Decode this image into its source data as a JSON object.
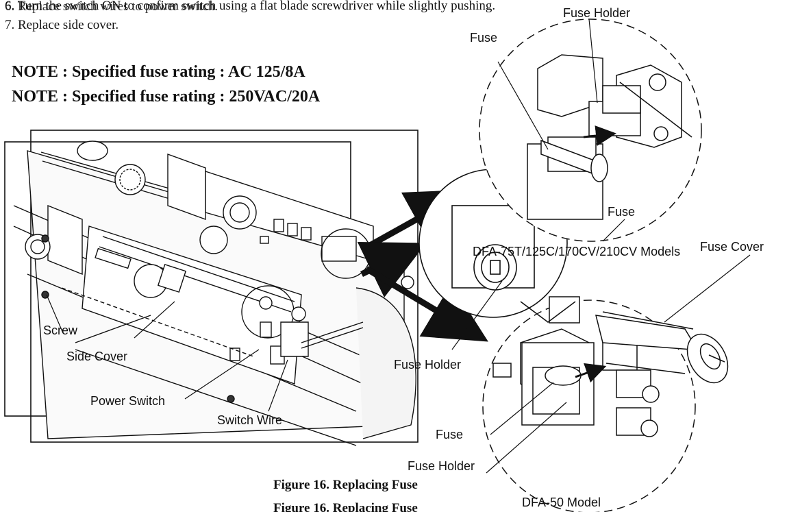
{
  "steps": {
    "step6_overprint_a": "6. Turn the switch ON to confirm switch using a flat blade screwdriver while slightly pushing.",
    "step6_overprint_b": "6. Replace switch wires to power switch.",
    "step7": "7. Replace side cover."
  },
  "notes": [
    "NOTE : Specified fuse rating : AC 125/8A",
    "NOTE : Specified fuse rating : 250VAC/20A"
  ],
  "labels": {
    "fuse_top": "Fuse",
    "fuse_holder_top": "Fuse Holder",
    "fuse_right": "Fuse",
    "models_top": "DFA-75T/125C/170CV/210CV Models",
    "fuse_cover": "Fuse Cover",
    "screw": "Screw",
    "side_cover": "Side Cover",
    "fuse_holder_mid": "Fuse Holder",
    "power_switch": "Power Switch",
    "switch_wire": "Switch Wire",
    "fuse_bottom": "Fuse",
    "fuse_holder_bottom": "Fuse Holder",
    "model_bottom": "DFA-50 Model"
  },
  "captions": {
    "figure_main": "Figure 16. Replacing Fuse",
    "figure_ghost": "Figure 16. Replacing Fuse"
  }
}
